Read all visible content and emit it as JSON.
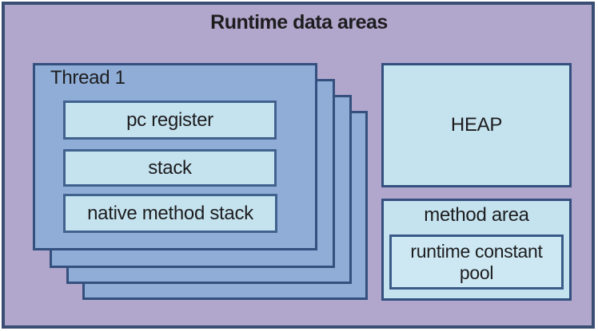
{
  "title": "Runtime data areas",
  "thread_stack": {
    "front_label": "Thread 1",
    "background_thread_count": 3,
    "boxes": [
      "pc register",
      "stack",
      "native method stack"
    ]
  },
  "heap": {
    "label": "HEAP"
  },
  "method_area": {
    "label": "method area",
    "pool_label": "runtime constant pool"
  },
  "colors": {
    "lavender": "#b1a6cb",
    "navy": "#3a4e74",
    "navy-strong": "#33507e",
    "thread-fill": "#8fadd6",
    "light-fill": "#c5e3ef",
    "inner-border": "#41628f",
    "pool-fill": "#cde8f3",
    "pool-border": "#3a5b88",
    "text": "#1d1d1f"
  }
}
